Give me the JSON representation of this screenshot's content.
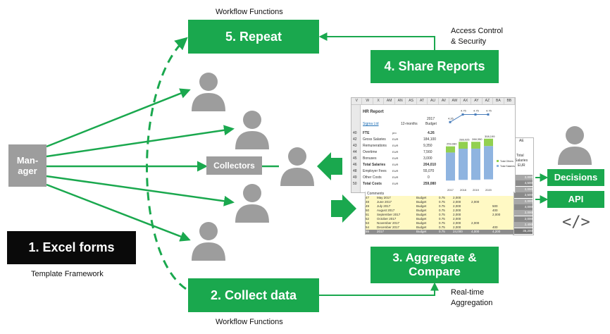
{
  "manager": {
    "label": "Man-\nager"
  },
  "collectors": {
    "label": "Collectors"
  },
  "excel_forms": {
    "label": "1. Excel forms",
    "caption": "Template Framework"
  },
  "collect_data": {
    "label": "2. Collect data",
    "caption": "Workflow Functions"
  },
  "aggregate": {
    "label": "3. Aggregate &\nCompare",
    "caption": "Real-time\nAggregation"
  },
  "share_reports": {
    "label": "4. Share Reports",
    "caption": "Access Control\n& Security"
  },
  "repeat": {
    "label": "5. Repeat",
    "caption": "Workflow Functions"
  },
  "decisions": {
    "label": "Decisions"
  },
  "api": {
    "label": "API",
    "icon_text": "</>"
  },
  "colors": {
    "green": "#1aa84e",
    "gray": "#9d9d9d",
    "black": "#0a0a0a"
  },
  "icons": [
    "person-icon",
    "code-icon",
    "arrow-icon"
  ],
  "spreadsheet": {
    "col_headers": [
      "V",
      "W",
      "X",
      "AM",
      "AN",
      "AS",
      "AT",
      "AU",
      "AV",
      "AW",
      "AX",
      "AY",
      "AZ",
      "BA",
      "BB"
    ],
    "title": "HR Report",
    "year_label": "2017",
    "name_label": "Sigma Ltd",
    "period_label": "12-months",
    "budget_label": "Budget",
    "rows": [
      {
        "n": "40",
        "label": "FTE",
        "unit": "pro",
        "value": "4.26"
      },
      {
        "n": "42",
        "label": "Gross Salaries",
        "unit": "EUR",
        "value": "184,100"
      },
      {
        "n": "43",
        "label": "Remunerations",
        "unit": "EUR",
        "value": "9,350"
      },
      {
        "n": "44",
        "label": "Overtime",
        "unit": "EUR",
        "value": "7,560"
      },
      {
        "n": "45",
        "label": "Bonuses",
        "unit": "EUR",
        "value": "3,000"
      },
      {
        "n": "46",
        "label": "Total Salaries",
        "unit": "EUR",
        "value": "204,010"
      },
      {
        "n": "48",
        "label": "Employer Fees",
        "unit": "EUR",
        "value": "55,070"
      },
      {
        "n": "49",
        "label": "Other Costs",
        "unit": "EUR",
        "value": "0"
      },
      {
        "n": "50",
        "label": "Total Costs",
        "unit": "EUR",
        "value": "259,080"
      }
    ],
    "line_values": [
      "4.26",
      "4.75",
      "4.75",
      "4.75"
    ],
    "bar_labels": [
      "259,080",
      "288,025",
      "288,350",
      "308,199"
    ],
    "bar_years": [
      "2017",
      "2018",
      "2019",
      "2020"
    ],
    "legend": [
      "Total Others",
      "Total Salaries"
    ],
    "side_header": [
      "AE",
      "Total",
      "Salaries",
      "EUR"
    ],
    "side_values": [
      "2,000",
      "4,500",
      "2,000",
      "2,500",
      "2,000",
      "4,000",
      "2,000",
      "2,000",
      "2,400",
      "35,200"
    ],
    "lower_rows": [
      {
        "n": "47",
        "month": "May 2017",
        "type": "Budget",
        "a": "0.75",
        "b": "2,000",
        "c": "",
        "d": ""
      },
      {
        "n": "48",
        "month": "June 2017",
        "type": "Budget",
        "a": "0.75",
        "b": "2,000",
        "c": "2,000",
        "d": ""
      },
      {
        "n": "49",
        "month": "July 2017",
        "type": "Budget",
        "a": "0.75",
        "b": "2,000",
        "c": "",
        "d": "500"
      },
      {
        "n": "50",
        "month": "August 2017",
        "type": "Budget",
        "a": "0.75",
        "b": "2,000",
        "c": "",
        "d": "400"
      },
      {
        "n": "51",
        "month": "September 2017",
        "type": "Budget",
        "a": "0.75",
        "b": "2,000",
        "c": "",
        "d": "2,000"
      },
      {
        "n": "52",
        "month": "October 2017",
        "type": "Budget",
        "a": "0.75",
        "b": "2,000",
        "c": "",
        "d": ""
      },
      {
        "n": "53",
        "month": "November 2017",
        "type": "Budget",
        "a": "0.75",
        "b": "2,000",
        "c": "2,000",
        "d": ""
      },
      {
        "n": "54",
        "month": "December 2017",
        "type": "Budget",
        "a": "0.75",
        "b": "2,000",
        "c": "",
        "d": "400"
      },
      {
        "n": "55",
        "month": "2017",
        "type": "Budget",
        "a": "0.75",
        "b": "24,000",
        "c": "4,000",
        "d": "4,200"
      }
    ],
    "comments_label": "Comments"
  }
}
